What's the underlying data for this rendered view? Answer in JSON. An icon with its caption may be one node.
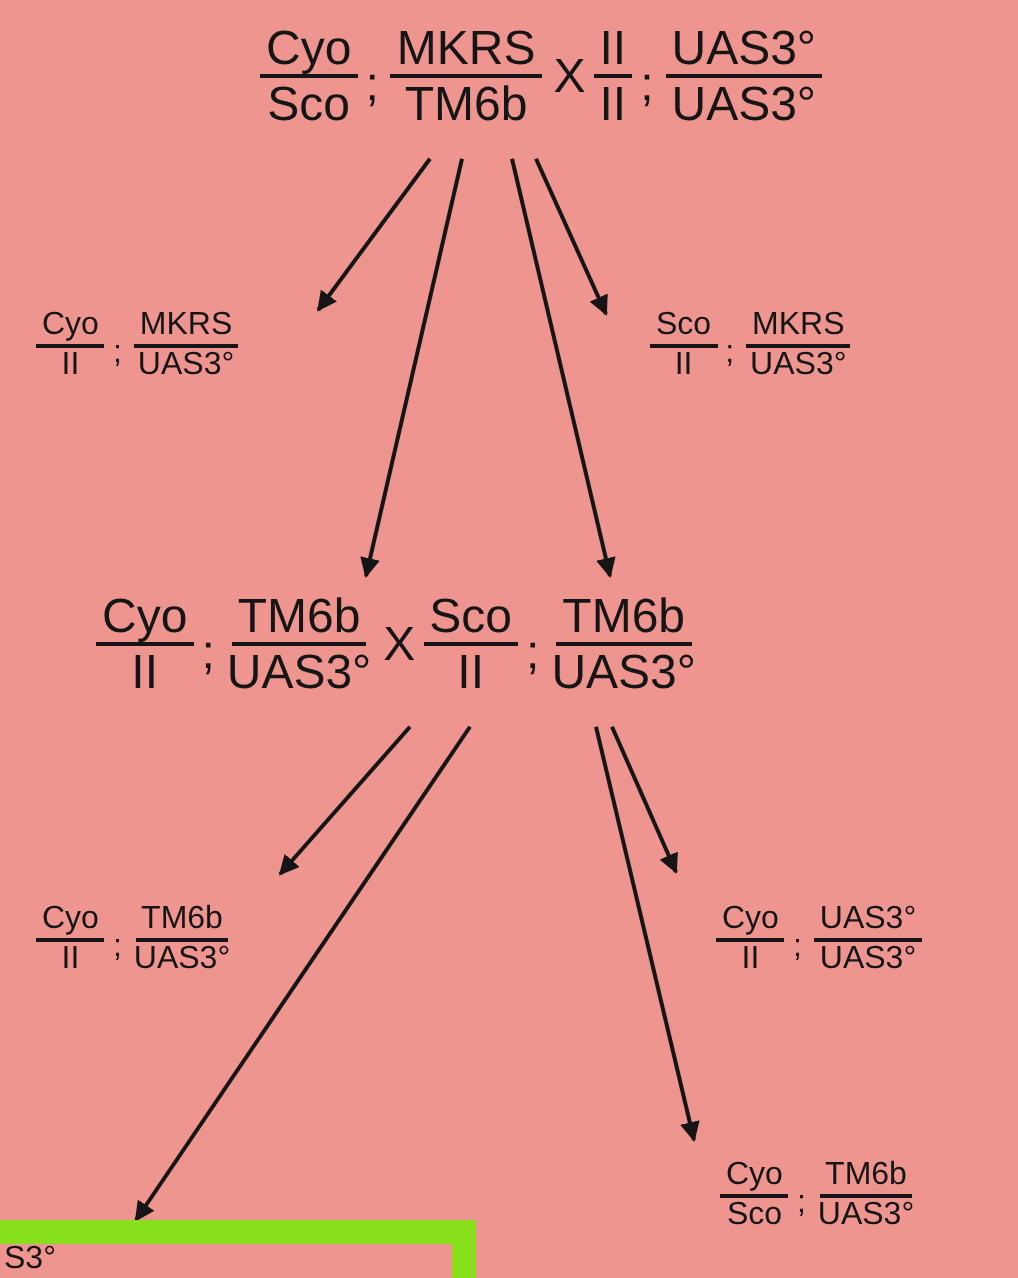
{
  "diagram": {
    "nodes": [
      {
        "text": [
          "Cyo",
          "Sco",
          ";",
          "MKRS",
          "TM6b",
          "X",
          "II",
          "II",
          ";",
          "UAS3°",
          "UAS3°"
        ]
      },
      {
        "text": [
          "Cyo",
          "II",
          ";",
          "MKRS",
          "UAS3°"
        ]
      },
      {
        "text": [
          "Sco",
          "II",
          ";",
          "MKRS",
          "UAS3°"
        ]
      },
      {
        "text": [
          "Cyo",
          "II",
          ";",
          "TM6b",
          "UAS3°",
          "X",
          "Sco",
          "II",
          ";",
          "TM6b",
          "UAS3°"
        ]
      },
      {
        "text": [
          "Cyo",
          "II",
          ";",
          "TM6b",
          "UAS3°"
        ]
      },
      {
        "text": [
          "Cyo",
          "II",
          ";",
          "UAS3°",
          "UAS3°"
        ]
      },
      {
        "text": [
          "Cyo",
          "Sco",
          ";",
          "TM6b",
          "UAS3°"
        ]
      },
      {
        "text": [
          "S3°"
        ]
      }
    ],
    "edges": [
      {
        "from": 0,
        "to": 1,
        "arrow": "to"
      },
      {
        "from": 0,
        "to": 3,
        "arrow": "to"
      },
      {
        "from": 0,
        "to": 3,
        "arrow": "to"
      },
      {
        "from": 0,
        "to": 2,
        "arrow": "to"
      },
      {
        "from": 3,
        "to": 4,
        "arrow": "to"
      },
      {
        "from": 3,
        "to": 7,
        "arrow": "to"
      },
      {
        "from": 3,
        "to": 6,
        "arrow": "to"
      },
      {
        "from": 3,
        "to": 5,
        "arrow": "to"
      }
    ]
  }
}
